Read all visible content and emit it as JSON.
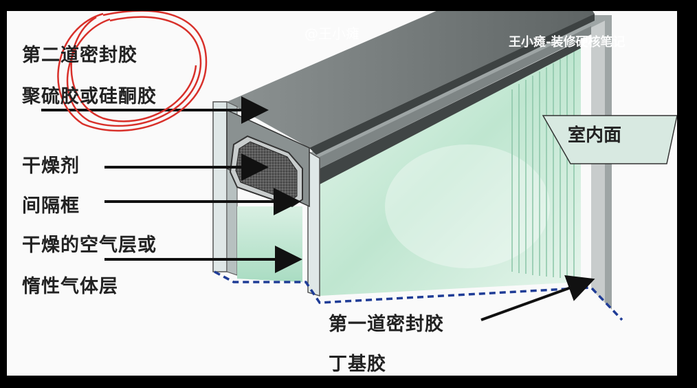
{
  "labels": {
    "secondary_seal": "第二道密封胶",
    "secondary_seal_material": "聚硫胶或硅酮胶",
    "desiccant": "干燥剂",
    "spacer_frame": "间隔框",
    "gas_layer_line1": "干燥的空气层或",
    "gas_layer_line2": "惰性气体层",
    "primary_seal": "第一道密封胶",
    "primary_seal_material": "丁基胶",
    "indoor_side": "室内面"
  },
  "watermarks": {
    "center": "@王小瘫",
    "right": "王小瘫-装修硬核笔记"
  },
  "colors": {
    "glass": "#c9e9d8",
    "frame_gray": "#6b7070",
    "seal_line": "#1f3c96",
    "annotation_circle": "#d8302a"
  }
}
